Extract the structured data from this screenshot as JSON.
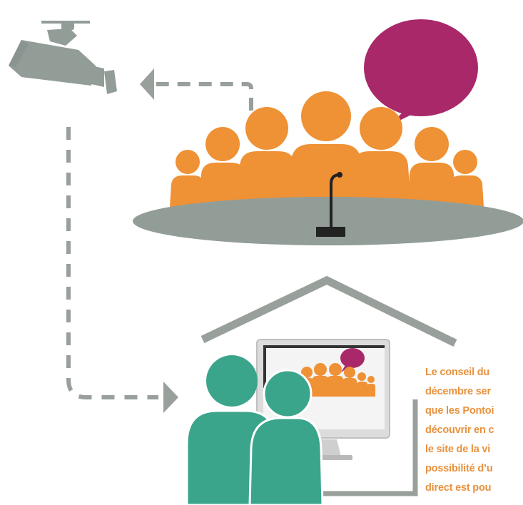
{
  "colors": {
    "grey": "#939d98",
    "dark_grey": "#999f9b",
    "orange": "#ef9135",
    "purple": "#a8286a",
    "teal": "#3aa58b",
    "monitor": "#dcdcdc",
    "text_orange": "#e8913d"
  },
  "icons": {
    "camera": "surveillance-camera-icon",
    "speech": "speech-bubble-icon",
    "microphone": "microphone-icon",
    "house": "house-roof-icon",
    "monitor": "monitor-icon",
    "viewers": "viewers-icon"
  },
  "caption": {
    "lines": [
      "Le conseil du",
      "décembre ser",
      "que les Pontoi",
      "découvrir en c",
      "le site de la vi",
      "possibilité d’u",
      "direct est pou"
    ]
  }
}
